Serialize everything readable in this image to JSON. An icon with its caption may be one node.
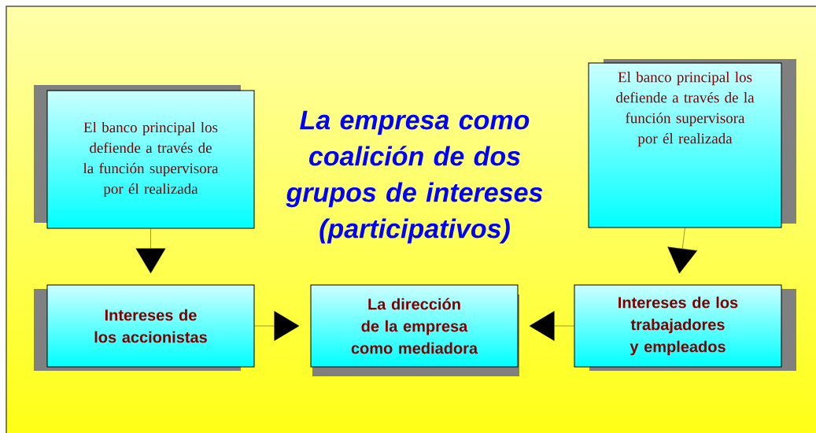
{
  "diagram": {
    "title": "La empresa como coalición de dos grupos de intereses (participativos)",
    "nodes": [
      {
        "text": [
          "El banco principal los defiende a través de la función supervisora por él realizada"
        ]
      },
      {
        "text": [
          "El banco principal los defiende a través de la función supervisora por él realizada"
        ]
      },
      {
        "text": [
          "Intereses de los accionistas"
        ]
      },
      {
        "text": [
          "La dirección de la empresa como mediadora"
        ]
      },
      {
        "text": [
          "Intereses de los trabajadores y empleados"
        ]
      }
    ],
    "edges": [
      {
        "from": 0,
        "to": 2,
        "arrow": "to"
      },
      {
        "from": 1,
        "to": 4,
        "arrow": "to"
      },
      {
        "from": 2,
        "to": 3,
        "arrow": "to"
      },
      {
        "from": 4,
        "to": 3,
        "arrow": "to"
      }
    ]
  }
}
